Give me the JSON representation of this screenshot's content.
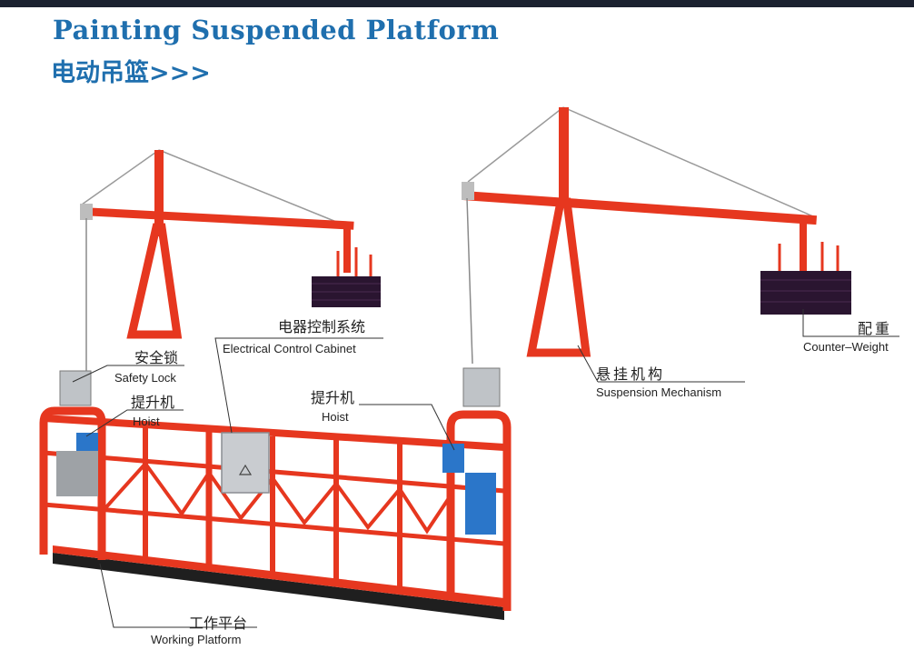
{
  "header": {
    "title_en": "Painting Suspended Platform",
    "title_cn": "电动吊篮>>>"
  },
  "labels": {
    "electrical_cabinet": {
      "cn": "电器控制系统",
      "en": "Electrical Control Cabinet"
    },
    "safety_lock": {
      "cn": "安全锁",
      "en": "Safety Lock"
    },
    "hoist_left": {
      "cn": "提升机",
      "en": "Hoist"
    },
    "hoist_right": {
      "cn": "提升机",
      "en": "Hoist"
    },
    "suspension_mechanism": {
      "cn": "悬挂机构",
      "en": "Suspension Mechanism"
    },
    "counter_weight": {
      "cn": "配重",
      "en": "Counter–Weight"
    },
    "working_platform": {
      "cn": "工作平台",
      "en": "Working Platform"
    }
  },
  "colors": {
    "title": "#1f6fae",
    "frame": "#e6371f",
    "frame_dark": "#b8261a",
    "weight": "#2a1530",
    "hoist_blue": "#2b76c9",
    "cabinet": "#c9ccd0",
    "text": "#222222"
  }
}
